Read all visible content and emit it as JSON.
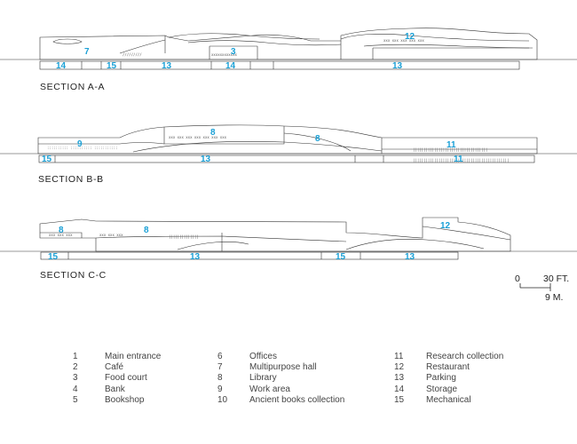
{
  "sections": [
    {
      "title": "SECTION A-A",
      "labels": [
        {
          "id": "a-7",
          "text": "7"
        },
        {
          "id": "a-3",
          "text": "3"
        },
        {
          "id": "a-12",
          "text": "12"
        },
        {
          "id": "a-14a",
          "text": "14"
        },
        {
          "id": "a-15",
          "text": "15"
        },
        {
          "id": "a-13a",
          "text": "13"
        },
        {
          "id": "a-14b",
          "text": "14"
        },
        {
          "id": "a-13b",
          "text": "13"
        }
      ]
    },
    {
      "title": "SECTION B-B",
      "labels": [
        {
          "id": "b-9",
          "text": "9"
        },
        {
          "id": "b-8a",
          "text": "8"
        },
        {
          "id": "b-8b",
          "text": "8"
        },
        {
          "id": "b-11a",
          "text": "11"
        },
        {
          "id": "b-15",
          "text": "15"
        },
        {
          "id": "b-13",
          "text": "13"
        },
        {
          "id": "b-11b",
          "text": "11"
        }
      ]
    },
    {
      "title": "SECTION C-C",
      "labels": [
        {
          "id": "c-8a",
          "text": "8"
        },
        {
          "id": "c-8b",
          "text": "8"
        },
        {
          "id": "c-12",
          "text": "12"
        },
        {
          "id": "c-15a",
          "text": "15"
        },
        {
          "id": "c-13a",
          "text": "13"
        },
        {
          "id": "c-15b",
          "text": "15"
        },
        {
          "id": "c-13b",
          "text": "13"
        }
      ]
    }
  ],
  "scale": {
    "zero": "0",
    "feet": "30 FT.",
    "meters": "9 M."
  },
  "legend": [
    [
      {
        "n": "1",
        "label": "Main entrance"
      },
      {
        "n": "2",
        "label": "Café"
      },
      {
        "n": "3",
        "label": "Food court"
      },
      {
        "n": "4",
        "label": "Bank"
      },
      {
        "n": "5",
        "label": "Bookshop"
      }
    ],
    [
      {
        "n": "6",
        "label": "Offices"
      },
      {
        "n": "7",
        "label": "Multipurpose hall"
      },
      {
        "n": "8",
        "label": "Library"
      },
      {
        "n": "9",
        "label": "Work area"
      },
      {
        "n": "10",
        "label": "Ancient books collection"
      }
    ],
    [
      {
        "n": "11",
        "label": "Research collection"
      },
      {
        "n": "12",
        "label": "Restaurant"
      },
      {
        "n": "13",
        "label": "Parking"
      },
      {
        "n": "14",
        "label": "Storage"
      },
      {
        "n": "15",
        "label": "Mechanical"
      }
    ]
  ],
  "colors": {
    "label": "#1aa0d6",
    "line": "#333333"
  }
}
